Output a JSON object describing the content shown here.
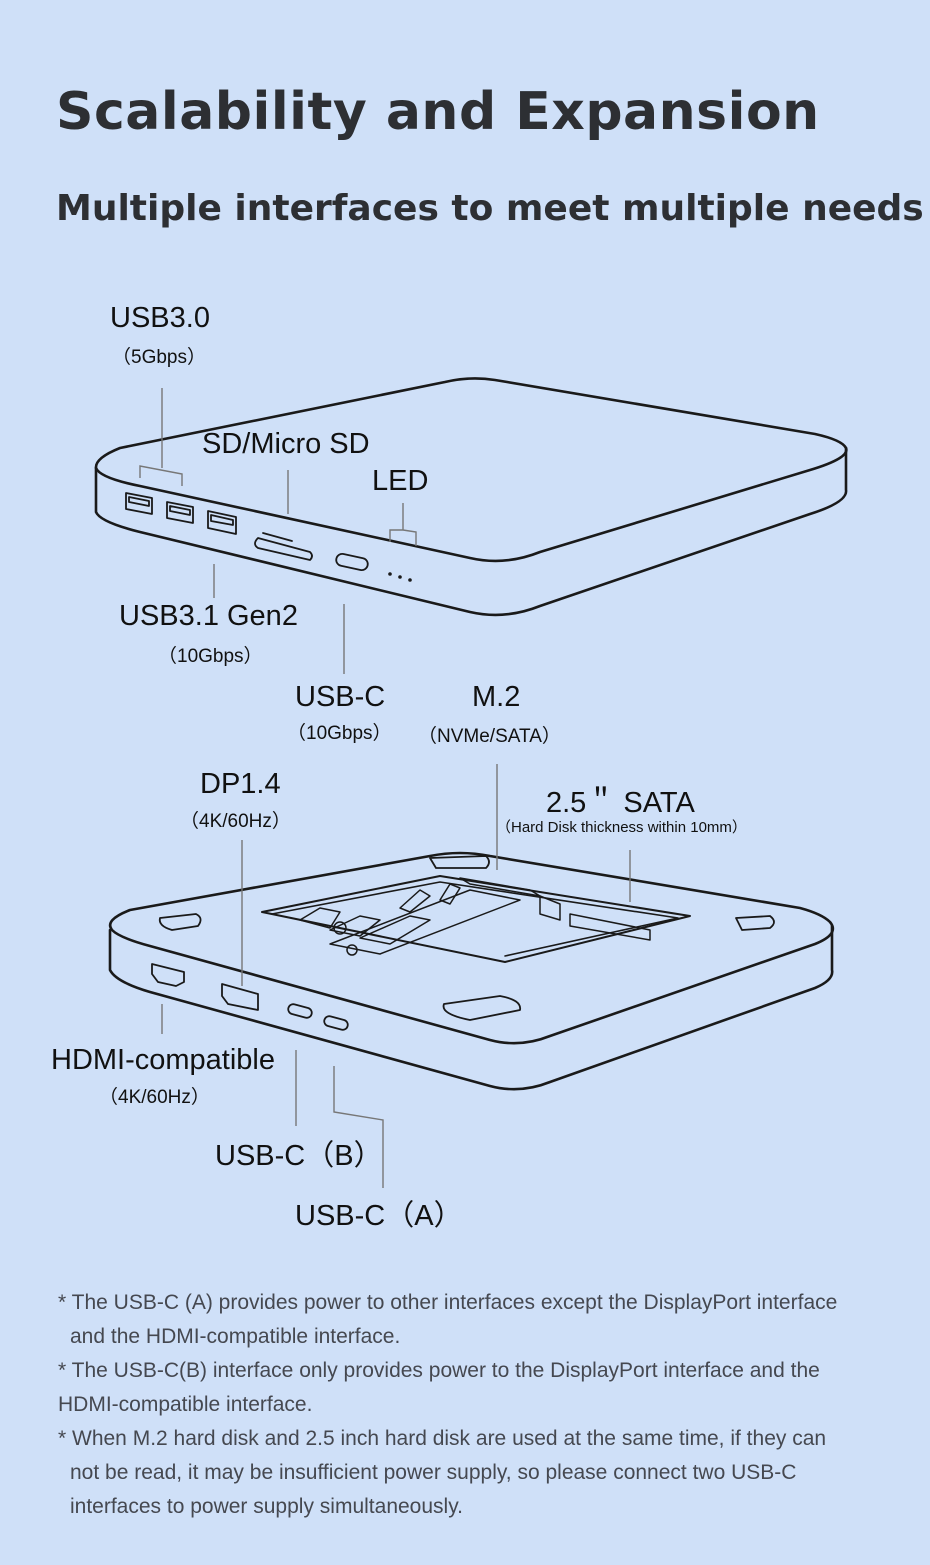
{
  "title": "Scalability and Expansion",
  "subtitle": "Multiple interfaces to meet multiple needs",
  "top_device": {
    "labels": {
      "usb30": "USB3.0",
      "usb30_speed": "（5Gbps）",
      "sd": "SD/Micro SD",
      "led": "LED",
      "usb31": "USB3.1 Gen2",
      "usb31_speed": "（10Gbps）",
      "usbc": "USB-C",
      "usbc_speed": "（10Gbps）"
    }
  },
  "bottom_device": {
    "labels": {
      "m2": "M.2",
      "m2_type": "（NVMe/SATA）",
      "dp": "DP1.4",
      "dp_res": "（4K/60Hz）",
      "sata": "2.5＂ SATA",
      "sata_note": "（Hard Disk thickness within 10mm）",
      "hdmi": "HDMI-compatible",
      "hdmi_res": "（4K/60Hz）",
      "usbc_b": "USB-C（B）",
      "usbc_a": "USB-C（A）"
    }
  },
  "notes": [
    "* The USB-C (A) provides power to other interfaces except  the DisplayPort interface",
    "and the HDMI-compatible interface.",
    "* The USB-C(B) interface only provides power to the DisplayPort interface and the",
    "HDMI-compatible interface.",
    "* When M.2 hard disk and 2.5 inch hard disk are used at the same time, if they can",
    "not be read, it may be insufficient power supply, so please connect  two USB-C",
    "interfaces to power supply simultaneously."
  ],
  "colors": {
    "background": "#cfe0f8",
    "line": "#1a1a1a",
    "leader": "#666666"
  }
}
